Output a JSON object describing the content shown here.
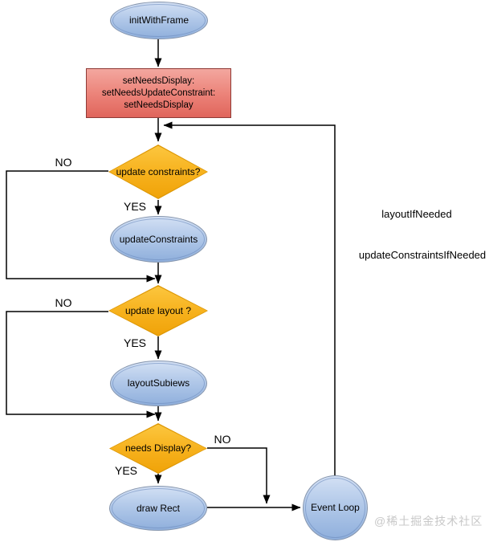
{
  "diagram": {
    "nodes": {
      "init_with_frame": {
        "label": "initWithFrame"
      },
      "set_needs": {
        "lines": [
          "setNeedsDisplay:",
          "setNeedsUpdateConstraint:",
          "setNeedsDisplay"
        ]
      },
      "decision_constraints": {
        "label": "update constraints?"
      },
      "update_constraints": {
        "label": "updateConstraints"
      },
      "decision_layout": {
        "label": "update layout ?"
      },
      "layout_subviews": {
        "label": "layoutSubiews"
      },
      "decision_display": {
        "label": "needs Display?"
      },
      "draw_rect": {
        "label": "draw Rect"
      },
      "event_loop": {
        "label": "Event Loop"
      }
    },
    "edge_labels": {
      "no_constraints": "NO",
      "yes_constraints": "YES",
      "no_layout": "NO",
      "yes_layout": "YES",
      "no_display": "NO",
      "yes_display": "YES"
    },
    "side_labels": {
      "layout_if_needed": "layoutIfNeeded",
      "update_constraints_if_needed": "updateConstraintsIfNeeded"
    },
    "watermark": "@稀土掘金技术社区",
    "colors": {
      "process_fill_top": "#d3e0f4",
      "process_fill_bottom": "#8fafdc",
      "process_stroke": "#8796ad",
      "decision_fill_top": "#fcc63e",
      "decision_fill_bottom": "#f0a309",
      "decision_stroke": "#dd9704",
      "alert_fill_top": "#f3a79f",
      "alert_fill_bottom": "#e0655c",
      "alert_stroke": "#8e3b37",
      "connector": "#000000",
      "watermark_text": "#c8c8c8"
    }
  }
}
